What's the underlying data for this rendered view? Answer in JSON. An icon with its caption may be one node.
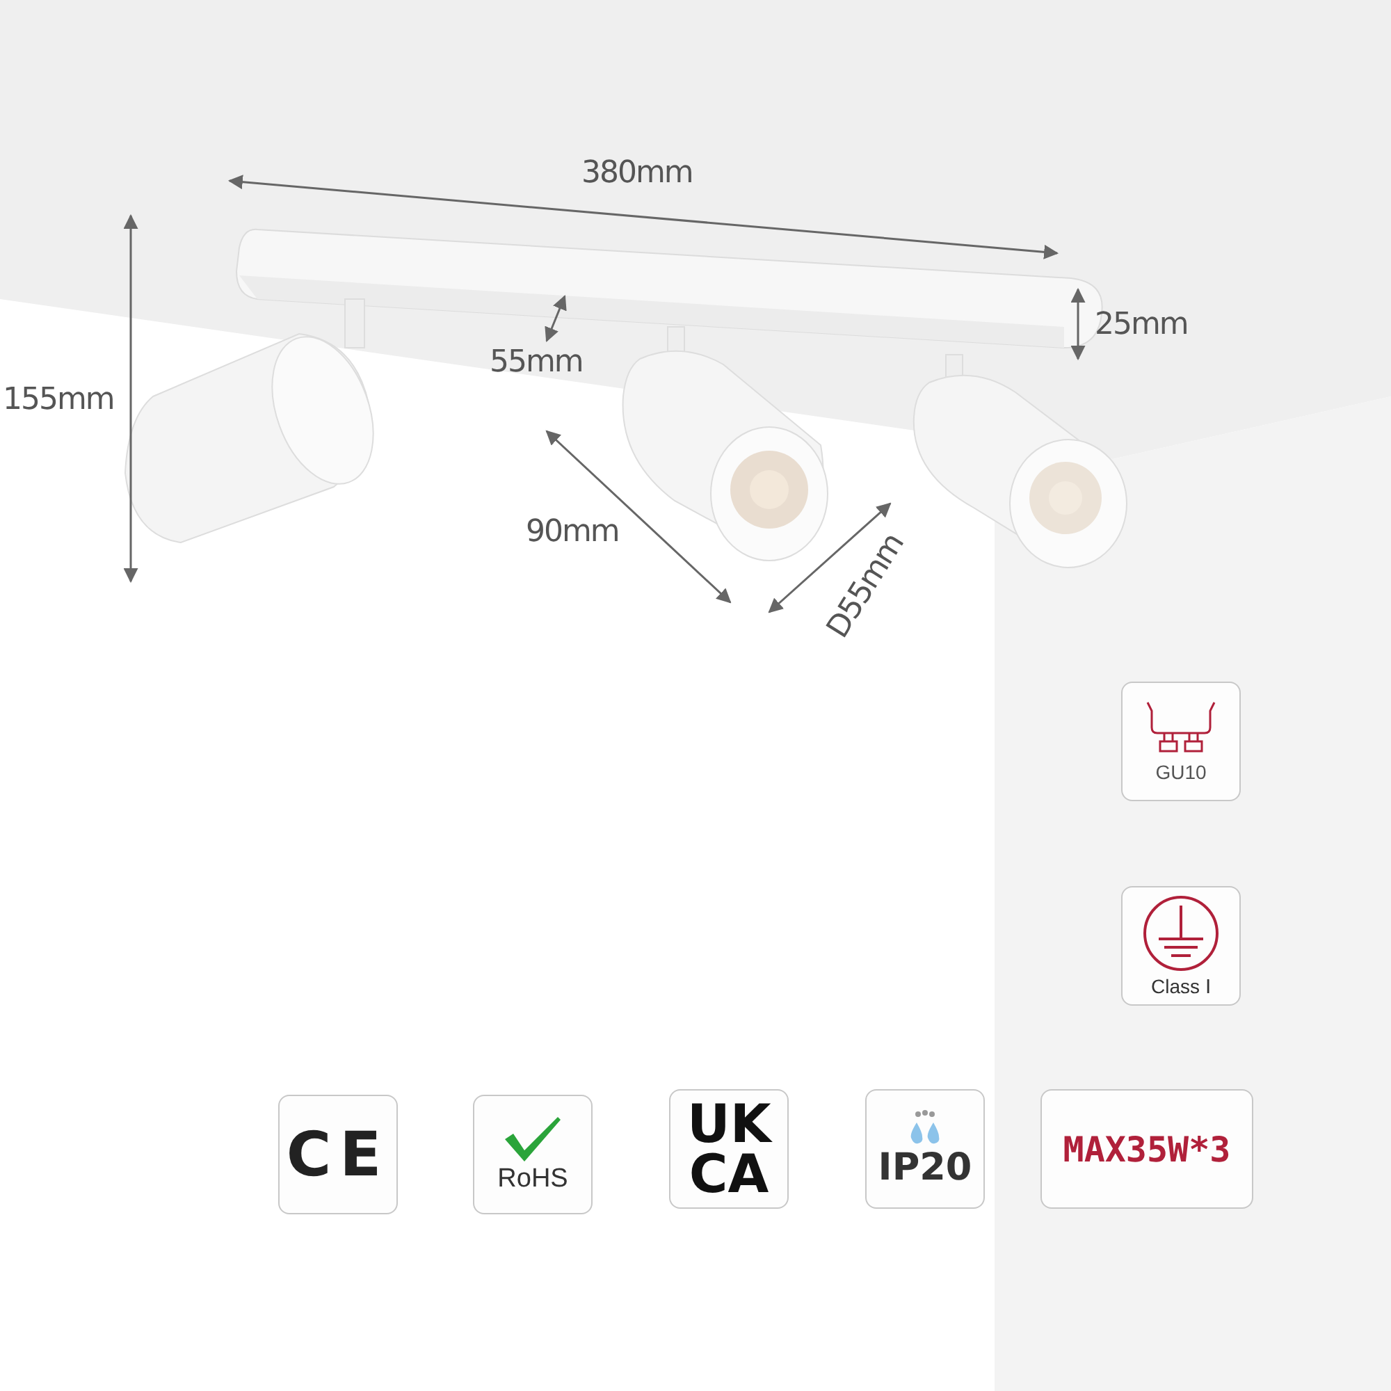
{
  "diagram": {
    "nodes": [
      {
        "text": [
          "GU10"
        ]
      },
      {
        "text": [
          "Class Ⅰ"
        ]
      },
      {
        "text": [
          "CE"
        ]
      },
      {
        "text": [
          "RoHS"
        ]
      },
      {
        "text": [
          "UK CA"
        ]
      },
      {
        "text": [
          "IP20"
        ]
      },
      {
        "text": [
          "MAX35W*3"
        ]
      }
    ],
    "edges": [],
    "labels": [
      "380mm",
      "155mm",
      "25mm",
      "55mm",
      "90mm",
      "D55mm"
    ]
  }
}
